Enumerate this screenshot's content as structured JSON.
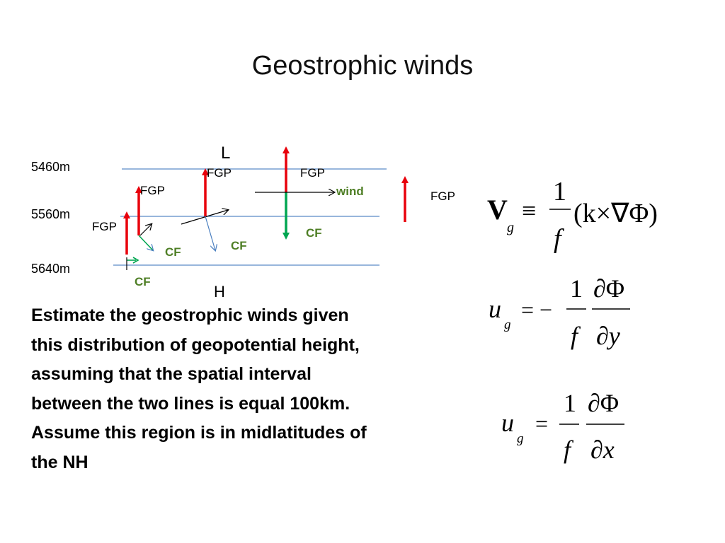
{
  "slide": {
    "title": "Geostrophic winds",
    "problem_text": "Estimate the geostrophic winds given this distribution of geopotential height, assuming that the spatial interval between the two lines is equal 100km. Assume this region is in midlatitudes of the NH"
  },
  "diagram": {
    "contours": [
      {
        "label": "5460m"
      },
      {
        "label": "5560m"
      },
      {
        "label": "5640m"
      }
    ],
    "low_label": "L",
    "high_label": "H",
    "fgp_label": "FGP",
    "cf_label": "CF",
    "wind_label": "wind",
    "colors": {
      "fgp_arrow": "#e8000b",
      "cf_arrow": "#00a651",
      "cf_text": "#4f7f26",
      "contour_line": "#5b8ac8",
      "velocity_arrow": "#4a7fc0",
      "black_arrow": "#000000"
    }
  },
  "equations": {
    "eq1": {
      "lhs": "V",
      "lhs_sub": "g",
      "op": "≡",
      "num": "1",
      "den": "f",
      "rhs": "(k×∇Φ)"
    },
    "eq2": {
      "lhs": "u",
      "lhs_sub": "g",
      "op": "= −",
      "num": "1",
      "den": "f",
      "dnum": "∂Φ",
      "dden": "∂y"
    },
    "eq3": {
      "lhs": "u",
      "lhs_sub": "g",
      "op": "=",
      "num": "1",
      "den": "f",
      "dnum": "∂Φ",
      "dden": "∂x"
    }
  }
}
